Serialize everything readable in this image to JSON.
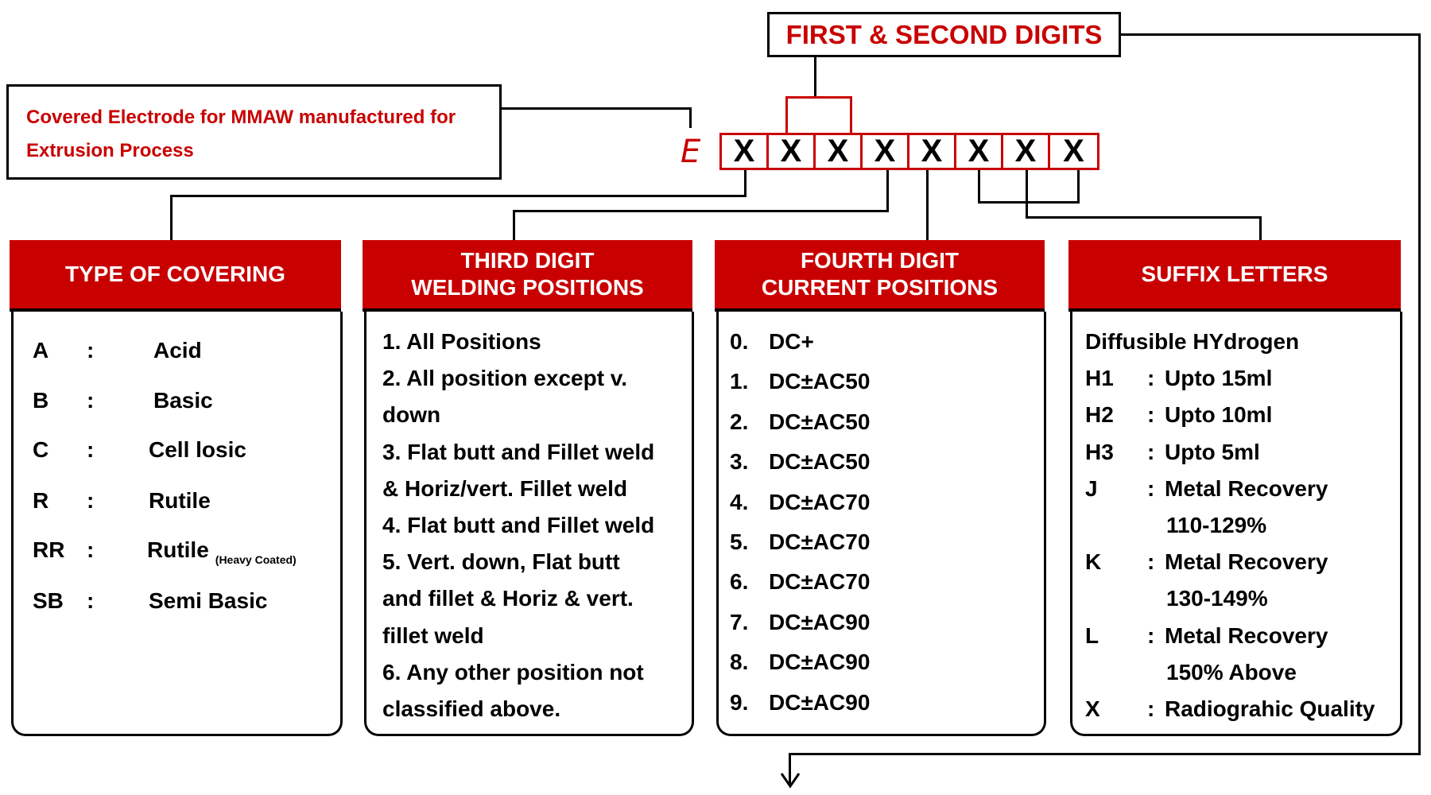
{
  "header": {
    "title": "FIRST & SECOND DIGITS"
  },
  "description": {
    "line1": "Covered Electrode for MMAW manufactured for",
    "line2": "Extrusion Process"
  },
  "code": {
    "prefix": "E",
    "digits": [
      "X",
      "X",
      "X",
      "X",
      "X",
      "X",
      "X",
      "X"
    ]
  },
  "colors": {
    "accent": "#c80000"
  },
  "panels": {
    "covering": {
      "title": "TYPE OF COVERING",
      "rows": [
        {
          "code": "A",
          "sep": ":",
          "value": "Acid",
          "note": ""
        },
        {
          "code": "B",
          "sep": ":",
          "value": "Basic",
          "note": ""
        },
        {
          "code": "C",
          "sep": ":",
          "value": "Cell losic",
          "note": ""
        },
        {
          "code": "R",
          "sep": ":",
          "value": "Rutile",
          "note": ""
        },
        {
          "code": "RR",
          "sep": ":",
          "value": "Rutile",
          "note": "(Heavy Coated)"
        },
        {
          "code": "SB",
          "sep": ":",
          "value": "Semi Basic",
          "note": ""
        }
      ]
    },
    "third": {
      "title1": "THIRD DIGIT",
      "title2": "WELDING POSITIONS",
      "lines": [
        "1. All Positions",
        "2. All position except v.",
        "down",
        "3. Flat butt and Fillet weld",
        "&  Horiz/vert. Fillet weld",
        "4. Flat butt and Fillet weld",
        "5. Vert. down, Flat butt",
        "and fillet & Horiz & vert.",
        "fillet weld",
        "6. Any other position not",
        "classified above."
      ]
    },
    "fourth": {
      "title1": "FOURTH DIGIT",
      "title2": "CURRENT POSITIONS",
      "rows": [
        {
          "num": "0.",
          "value": "DC+"
        },
        {
          "num": "1.",
          "value": "DC±AC50"
        },
        {
          "num": "2.",
          "value": "DC±AC50"
        },
        {
          "num": "3.",
          "value": "DC±AC50"
        },
        {
          "num": "4.",
          "value": "DC±AC70"
        },
        {
          "num": "5.",
          "value": "DC±AC70"
        },
        {
          "num": "6.",
          "value": "DC±AC70"
        },
        {
          "num": "7.",
          "value": "DC±AC90"
        },
        {
          "num": "8.",
          "value": "DC±AC90"
        },
        {
          "num": "9.",
          "value": "DC±AC90"
        }
      ]
    },
    "suffix": {
      "title": "SUFFIX LETTERS",
      "heading": "Diffusible HYdrogen",
      "rows": [
        {
          "code": "H1",
          "sep": ":",
          "value": "Upto 15ml"
        },
        {
          "code": "H2",
          "sep": ":",
          "value": "Upto 10ml"
        },
        {
          "code": "H3",
          "sep": ":",
          "value": "Upto 5ml"
        },
        {
          "code": "J",
          "sep": ":",
          "value": "Metal Recovery"
        },
        {
          "code": "",
          "sep": "",
          "value": "110-129%"
        },
        {
          "code": "K",
          "sep": ":",
          "value": "Metal Recovery"
        },
        {
          "code": "",
          "sep": "",
          "value": "130-149%"
        },
        {
          "code": "L",
          "sep": ":",
          "value": "Metal Recovery"
        },
        {
          "code": "",
          "sep": "",
          "value": "150% Above"
        },
        {
          "code": "X",
          "sep": ":",
          "value": "Radiograhic Quality"
        }
      ]
    }
  }
}
